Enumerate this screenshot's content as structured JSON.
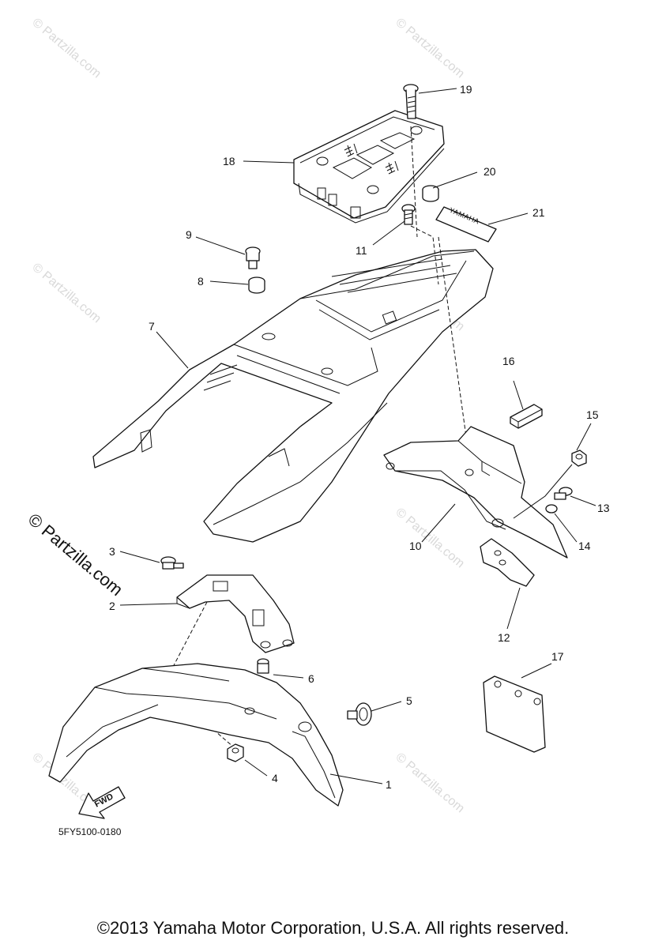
{
  "watermark": {
    "text": "© Partzilla.com",
    "brand_text": "© Partzilla.com",
    "color": "#d9d9d9"
  },
  "diagram": {
    "drawing_code": "5FY5100-0180",
    "fwd_arrow_text": "FWD",
    "decal_text": "YAMAHA",
    "callouts": [
      "1",
      "2",
      "3",
      "4",
      "5",
      "6",
      "7",
      "8",
      "9",
      "10",
      "11",
      "12",
      "13",
      "14",
      "15",
      "16",
      "17",
      "18",
      "19",
      "20",
      "21"
    ]
  },
  "footer": {
    "copyright": "©2013 Yamaha Motor Corporation, U.S.A. All rights reserved."
  }
}
